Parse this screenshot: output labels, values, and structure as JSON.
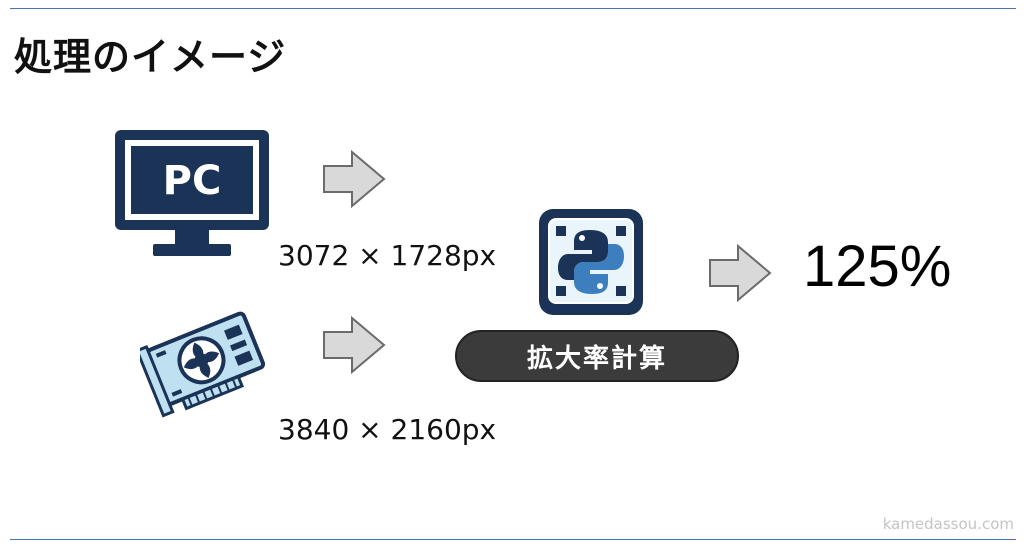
{
  "title": "処理のイメージ",
  "pc_label": "PC",
  "pc_resolution": "3072 × 1728px",
  "gpu_resolution": "3840 × 2160px",
  "process_label": "拡大率計算",
  "result": "125%",
  "watermark": "kamedassou.com",
  "icons": [
    "monitor-pc-icon",
    "graphics-card-icon",
    "python-logo-icon",
    "arrow-right-icon"
  ],
  "colors": {
    "rule": "#4a72b8",
    "monitor": "#1a3357",
    "pill": "#3b3b3b",
    "arrow_fill": "#d9d9d9"
  }
}
